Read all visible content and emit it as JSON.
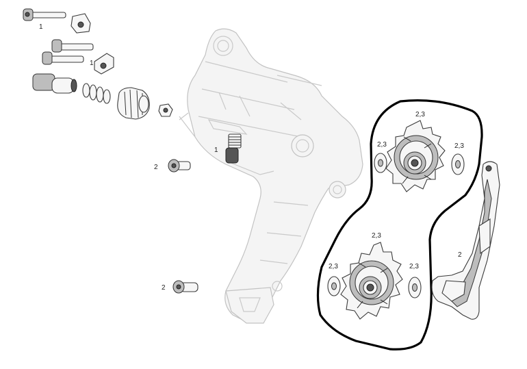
{
  "labels": {
    "hardware_bolt": "1",
    "hardware_tab": "1",
    "pivot_bolt": "1",
    "upper_bolt": "2",
    "lower_bolt": "2",
    "cage_plate": "2",
    "upper_pulley_top": "2,3",
    "upper_pulley_left": "2,3",
    "upper_pulley_right": "2,3",
    "lower_pulley_top": "2,3",
    "lower_pulley_left": "2,3",
    "lower_pulley_right": "2,3"
  },
  "colors": {
    "outline": "#000000",
    "ghost_line": "#c9c9c9",
    "part_line": "#3a3a3a"
  }
}
